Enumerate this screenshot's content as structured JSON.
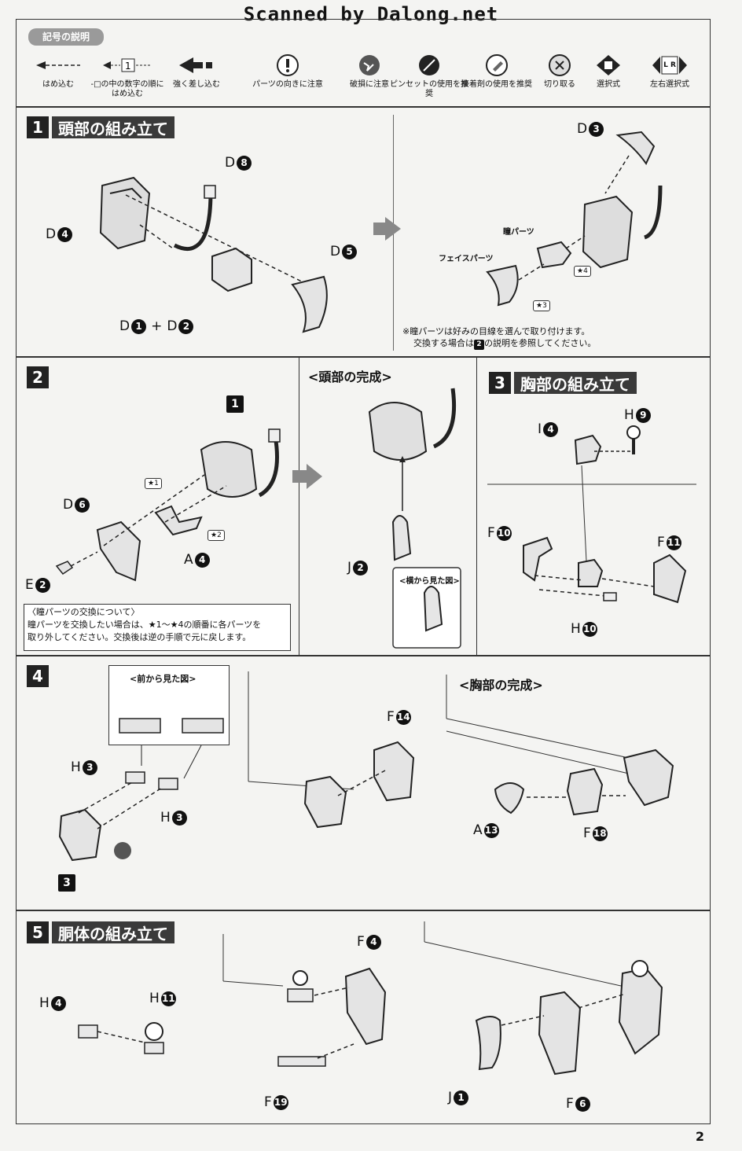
{
  "watermark": "Scanned by Dalong.net",
  "legend": {
    "title": "記号の説明",
    "items": [
      {
        "icon": "dashed-arrow-icon",
        "label": "はめ込む"
      },
      {
        "icon": "numbered-arrow-icon",
        "num": "1",
        "label": "-□の中の数字の順にはめ込む"
      },
      {
        "icon": "bold-arrow-icon",
        "label": "強く差し込む"
      },
      {
        "icon": "exclamation-icon",
        "label": "パーツの向きに注意"
      },
      {
        "icon": "break-warning-icon",
        "label": "破損に注意"
      },
      {
        "icon": "tweezers-icon",
        "label": "ピンセットの使用を推奨"
      },
      {
        "icon": "glue-icon",
        "label": "接着剤の使用を推奨"
      },
      {
        "icon": "cut-icon",
        "label": "切り取る"
      },
      {
        "icon": "select-icon",
        "label": "選択式"
      },
      {
        "icon": "lr-select-icon",
        "sym": "L R",
        "label": "左右選択式"
      }
    ]
  },
  "step1": {
    "num": "1",
    "title": "頭部の組み立て",
    "labels": {
      "d8": "D",
      "d4": "D",
      "d5": "D",
      "d1": "D",
      "d2": "D",
      "d3": "D",
      "plus": "+"
    },
    "nums": {
      "d8": "8",
      "d4": "4",
      "d5": "5",
      "d1": "1",
      "d2": "2",
      "d3": "3"
    },
    "pupil": "瞳パーツ",
    "face": "フェイスパーツ",
    "s4": "★4",
    "s3": "★3",
    "note1": "※瞳パーツは好みの目線を選んで取り付けます。",
    "note2a": "交換する場合は",
    "note2num": "2",
    "note2b": "の説明を参照してください。"
  },
  "step2": {
    "num": "2",
    "labels": {
      "one": "1",
      "d6": "D",
      "e2": "E",
      "a4": "A",
      "s1": "★1",
      "s2": "★2"
    },
    "nums": {
      "d6": "6",
      "e2": "2",
      "a4": "4"
    },
    "note_title": "〈瞳パーツの交換について〉",
    "note_line1": "瞳パーツを交換したい場合は、★1〜★4の順番に各パーツを",
    "note_line2": "取り外してください。交換後は逆の手順で元に戻します。"
  },
  "head_done": {
    "title": "<頭部の完成>",
    "j": "J",
    "jnum": "2",
    "side": "<横から見た図>"
  },
  "step3": {
    "num": "3",
    "title": "胸部の組み立て",
    "labels": {
      "i": "I",
      "h9": "H",
      "f10": "F",
      "f11": "F",
      "h10": "H"
    },
    "nums": {
      "i": "4",
      "h9": "9",
      "f10": "10",
      "f11": "11",
      "h10": "10"
    }
  },
  "step4": {
    "num": "4",
    "front": "<前から見た図>",
    "labels": {
      "h3a": "H",
      "h3b": "H",
      "three": "3",
      "f14": "F"
    },
    "nums": {
      "h3a": "3",
      "h3b": "3",
      "f14": "14"
    }
  },
  "chest_done": {
    "title": "<胸部の完成>",
    "a": "A",
    "anum": "13",
    "f": "F",
    "fnum": "18"
  },
  "step5": {
    "num": "5",
    "title": "胴体の組み立て",
    "labels": {
      "h4": "H",
      "h11": "H",
      "f4": "F",
      "f19": "F",
      "j1": "J",
      "f6": "F"
    },
    "nums": {
      "h4": "4",
      "h11": "11",
      "f4": "4",
      "f19": "19",
      "j1": "1",
      "f6": "6"
    }
  },
  "page_number": "2"
}
